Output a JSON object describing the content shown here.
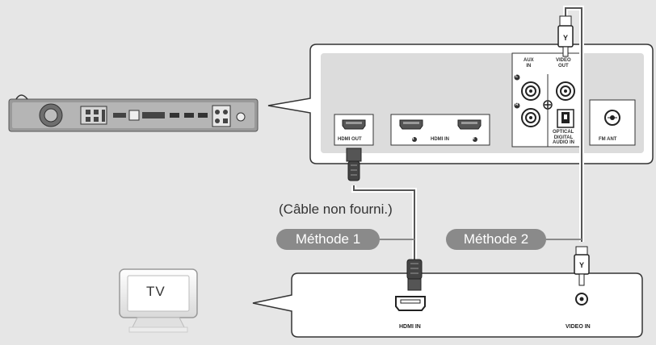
{
  "player": {
    "panel_labels": {
      "hdmi_out": "HDMI OUT",
      "hdmi_in": "HDMI IN",
      "hdmi_in_port_1": "1",
      "hdmi_in_port_2": "2",
      "aux_in": "AUX\nIN",
      "aux_left": "L",
      "aux_right": "R",
      "video_out": "VIDEO\nOUT",
      "optical": "OPTICAL",
      "digital_audio_in": "DIGITAL\nAUDIO IN",
      "fm_ant": "FM ANT"
    }
  },
  "cable": {
    "note": "(Câble non fourni.)",
    "video_plug_letter": "Y"
  },
  "methods": {
    "method1": "Méthode 1",
    "method2": "Méthode 2"
  },
  "tv": {
    "screen_label": "TV",
    "panel_labels": {
      "hdmi_in": "HDMI IN",
      "video_in": "VIDEO IN"
    }
  },
  "colors": {
    "background": "#e6e6e6",
    "panel_fill": "#ffffff",
    "panel_inner": "#dcdcdc",
    "method_badge": "#8a8a8a",
    "cable_stroke": "#7a7a7a"
  }
}
